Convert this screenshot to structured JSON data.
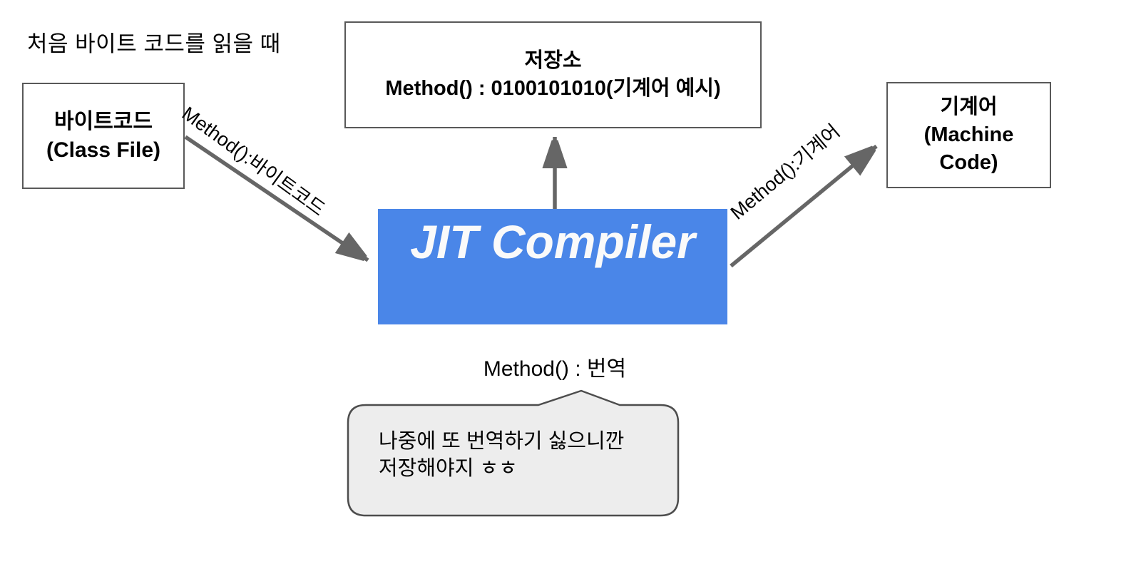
{
  "caption": "처음 바이트 코드를 읽을 때",
  "nodes": {
    "bytecode": {
      "line1": "바이트코드",
      "line2": "(Class File)"
    },
    "storage": {
      "line1": "저장소",
      "line2": "Method() : 0100101010(기계어 예시)"
    },
    "machine": {
      "line1": "기계어",
      "line2": "(Machine",
      "line3": "Code)"
    },
    "jit": {
      "label": "JIT Compiler"
    }
  },
  "edges": {
    "bytecode_to_jit": {
      "label": "Method():바이트코드"
    },
    "jit_to_storage": {
      "label": ""
    },
    "jit_to_machine": {
      "label": "Method():기계어"
    }
  },
  "annotations": {
    "method_translate": "Method() : 번역",
    "bubble_line1": "나중에 또 번역하기 싫으니깐",
    "bubble_line2": "저장해야지 ㅎㅎ"
  },
  "colors": {
    "jit_background": "#4a86e8",
    "jit_text": "#fafafa",
    "arrow": "#666666",
    "box_border": "#595959",
    "bubble_fill": "#ededed",
    "bubble_border": "#4d4d4d",
    "text": "#000000"
  }
}
